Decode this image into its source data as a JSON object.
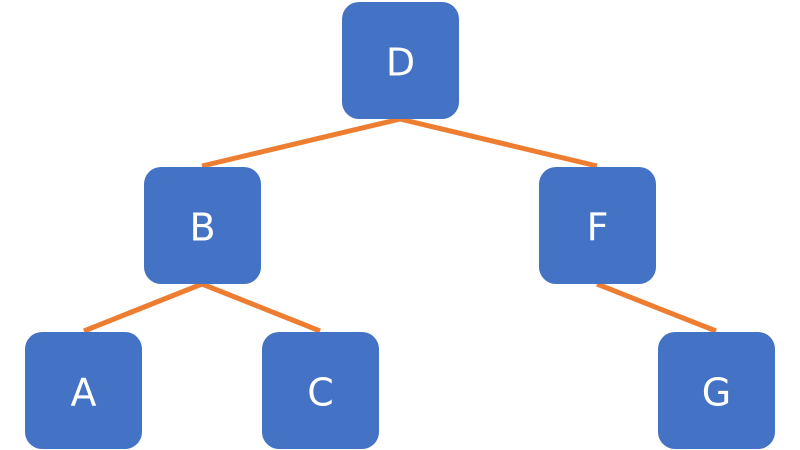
{
  "colors": {
    "node_fill": "#4472C4",
    "node_text": "#FFFFFF",
    "edge": "#ED7D31",
    "background": "#FFFFFF"
  },
  "tree": {
    "nodes": [
      {
        "id": "D",
        "label": "D"
      },
      {
        "id": "B",
        "label": "B"
      },
      {
        "id": "F",
        "label": "F"
      },
      {
        "id": "A",
        "label": "A"
      },
      {
        "id": "C",
        "label": "C"
      },
      {
        "id": "G",
        "label": "G"
      }
    ],
    "edges": [
      {
        "from": "D",
        "to": "B"
      },
      {
        "from": "D",
        "to": "F"
      },
      {
        "from": "B",
        "to": "A"
      },
      {
        "from": "B",
        "to": "C"
      },
      {
        "from": "F",
        "to": "G"
      }
    ]
  }
}
